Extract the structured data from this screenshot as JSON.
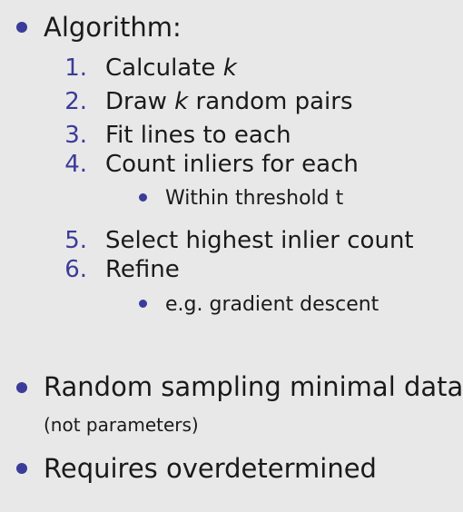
{
  "main_bullet_1": "Algorithm:",
  "steps": [
    {
      "number": "1.",
      "text": "Calculate k"
    },
    {
      "number": "2.",
      "text": "Draw k random pairs"
    },
    {
      "number": "3.",
      "text": "Fit lines to each"
    },
    {
      "number": "4.",
      "text": "Count inliers for each"
    },
    {
      "number": "5.",
      "text": "Select highest inlier count"
    },
    {
      "number": "6.",
      "text": "Refine"
    }
  ],
  "step4_sub": "Within threshold t",
  "step6_sub": "e.g. gradient descent",
  "main_bullet_2": "Random sampling minimal data",
  "main_bullet_2_note": "(not parameters)",
  "main_bullet_3": "Requires overdetermined",
  "colors": {
    "background": "#e8e8e8",
    "accent": "#3b3b9a",
    "text": "#1a1a1a"
  }
}
